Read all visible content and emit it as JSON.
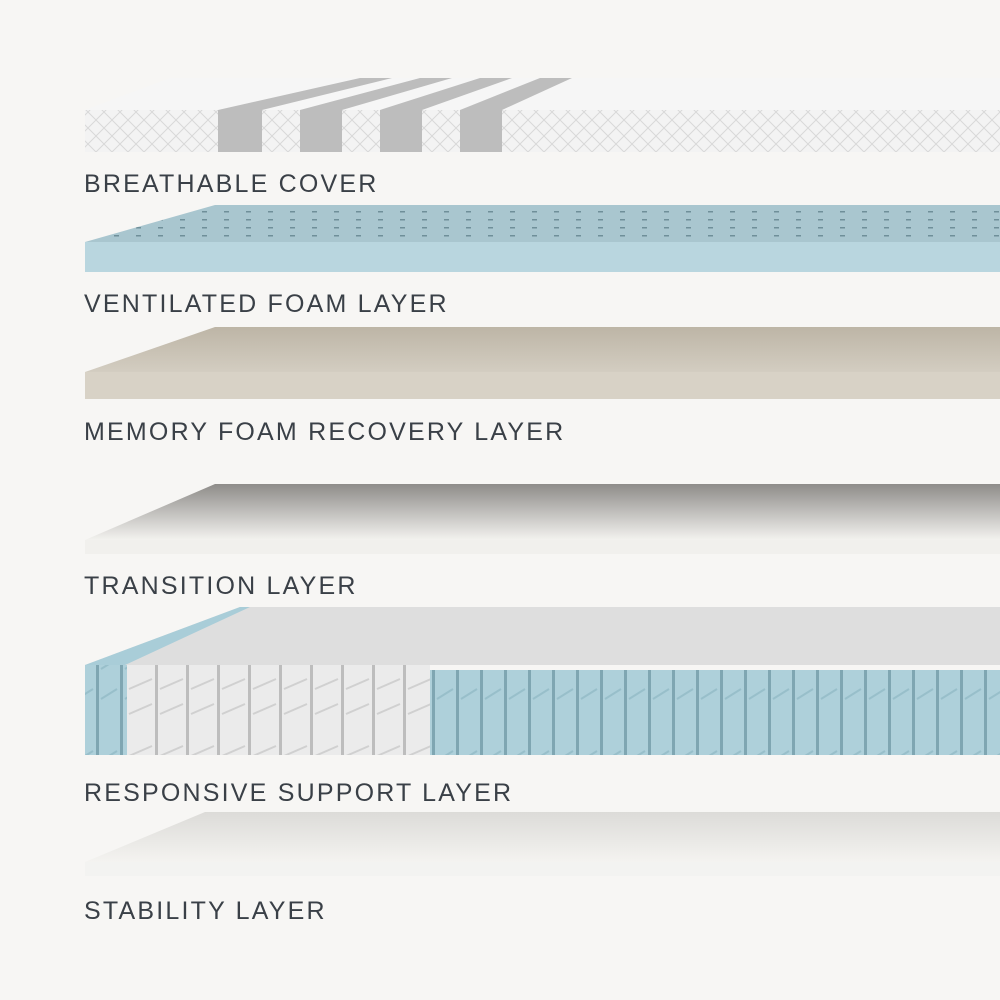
{
  "layers": [
    {
      "name": "BREATHABLE COVER"
    },
    {
      "name": "VENTILATED FOAM LAYER"
    },
    {
      "name": "MEMORY FOAM RECOVERY LAYER"
    },
    {
      "name": "TRANSITION LAYER"
    },
    {
      "name": "RESPONSIVE SUPPORT LAYER"
    },
    {
      "name": "STABILITY LAYER"
    }
  ],
  "colors": {
    "background": "#f7f6f4",
    "text": "#3a4047",
    "cover": "#f2f2f2",
    "ventilated": "#b9d6df",
    "memory": "#d8d2c6",
    "transition": "#e9e8e5",
    "support_white": "#e6e6e6",
    "support_blue": "#a9cdd8",
    "stability": "#f1f1ef"
  }
}
